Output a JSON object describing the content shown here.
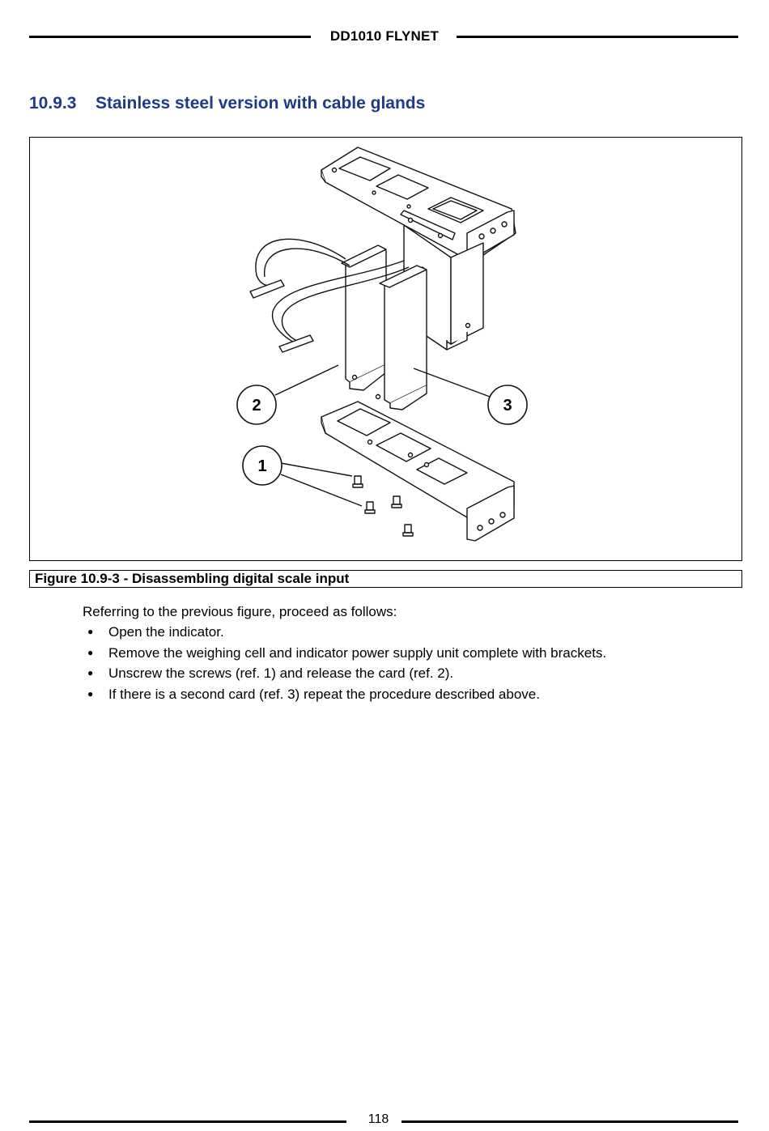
{
  "header": {
    "title": "DD1010 FLYNET"
  },
  "section": {
    "number": "10.9.3",
    "title": "Stainless steel version with cable glands"
  },
  "figure": {
    "callouts": [
      "1",
      "2",
      "3"
    ],
    "caption": "Figure 10.9-3 - Disassembling digital scale input"
  },
  "body": {
    "intro": "Referring to the previous figure, proceed as follows:",
    "steps": [
      "Open the indicator.",
      "Remove the weighing cell and indicator power supply unit complete with brackets.",
      "Unscrew the screws (ref. 1) and release the card (ref. 2).",
      "If there is a second card (ref. 3) repeat the procedure described above."
    ]
  },
  "footer": {
    "page_number": "118"
  }
}
